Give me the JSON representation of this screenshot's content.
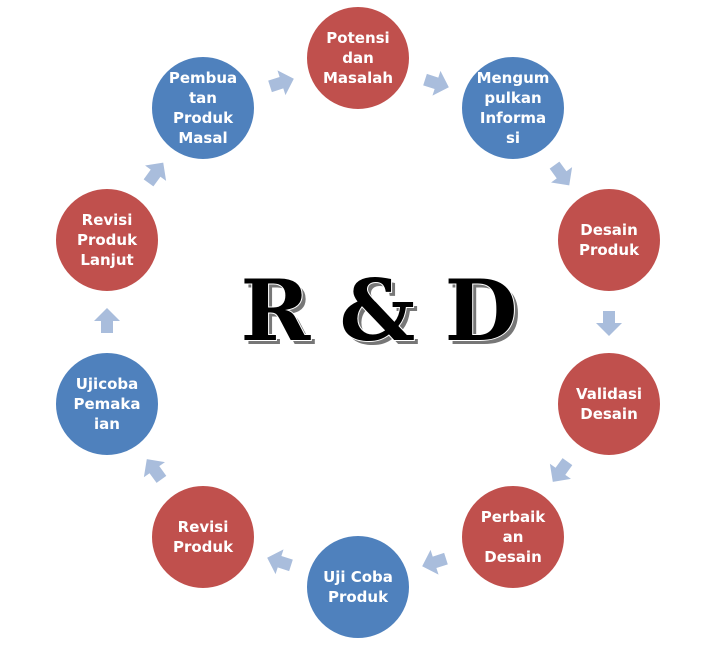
{
  "title": "R & D",
  "colors": {
    "red": "#C0504D",
    "blue": "#4F81BD",
    "arrow": "#A9BDDC",
    "outline": "#ffffff"
  },
  "nodes": [
    {
      "lines": [
        "Potensi",
        "dan",
        "Masalah"
      ],
      "color": "red"
    },
    {
      "lines": [
        "Mengum",
        "pulkan",
        "Informa",
        "si"
      ],
      "color": "blue"
    },
    {
      "lines": [
        "Desain",
        "Produk"
      ],
      "color": "red"
    },
    {
      "lines": [
        "Validasi",
        "Desain"
      ],
      "color": "red"
    },
    {
      "lines": [
        "Perbaik",
        "an",
        "Desain"
      ],
      "color": "red"
    },
    {
      "lines": [
        "Uji Coba",
        "Produk"
      ],
      "color": "blue"
    },
    {
      "lines": [
        "Revisi",
        "Produk"
      ],
      "color": "red"
    },
    {
      "lines": [
        "Ujicoba",
        "Pemaka",
        "ian"
      ],
      "color": "blue"
    },
    {
      "lines": [
        "Revisi",
        "Produk",
        "Lanjut"
      ],
      "color": "red"
    },
    {
      "lines": [
        "Pembua",
        "tan",
        "Produk",
        "Masal"
      ],
      "color": "blue"
    }
  ]
}
